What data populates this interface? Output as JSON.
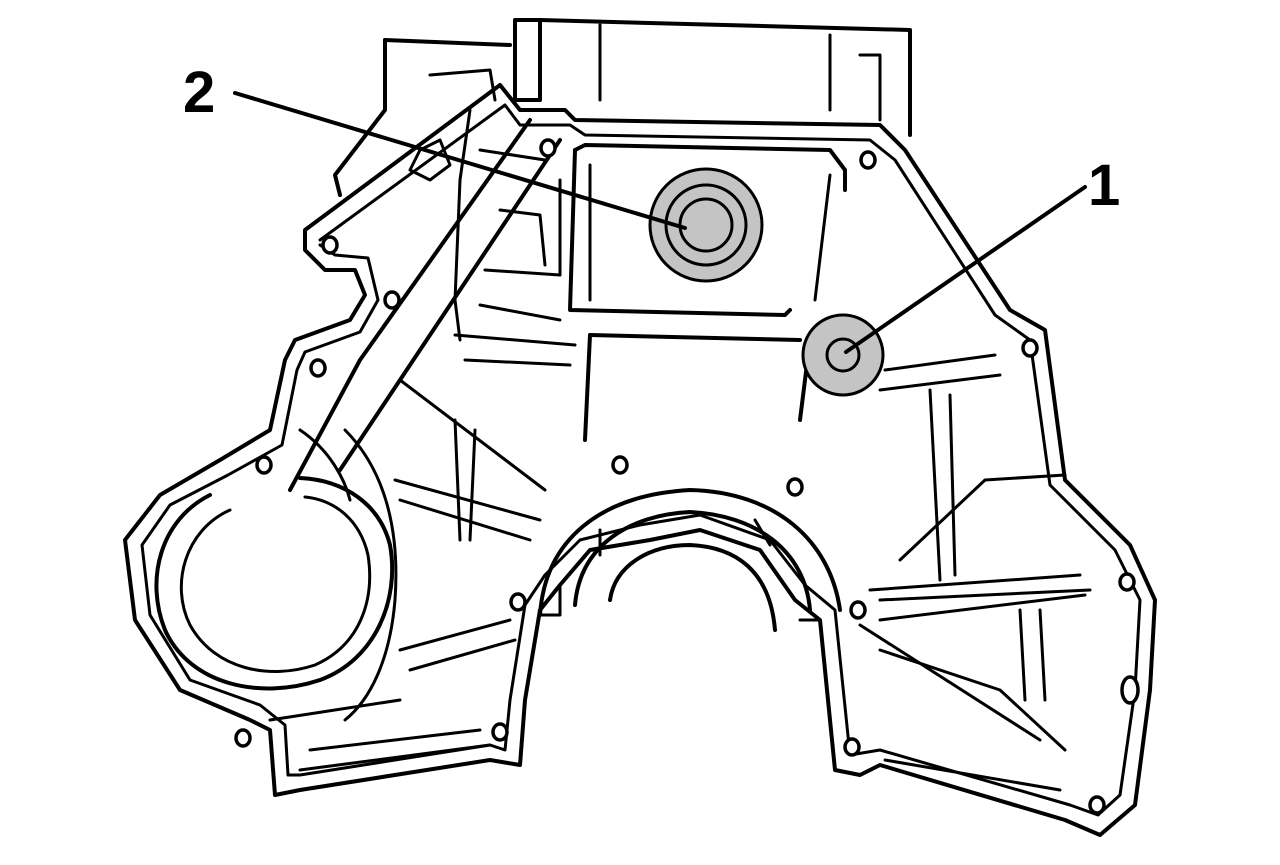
{
  "diagram": {
    "callouts": [
      {
        "id": "1",
        "label": "1"
      },
      {
        "id": "2",
        "label": "2"
      }
    ],
    "highlight_color": "#c4c4c4",
    "line_color": "#000000",
    "background_color": "#ffffff"
  }
}
